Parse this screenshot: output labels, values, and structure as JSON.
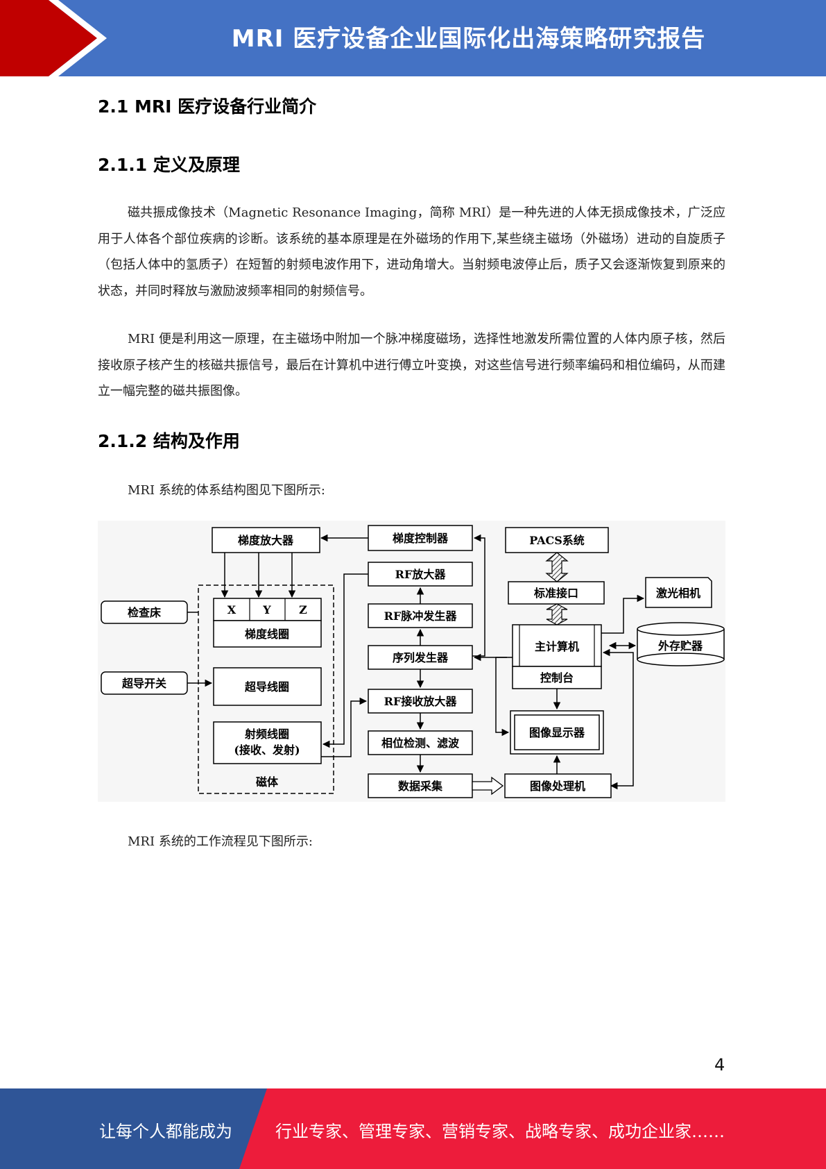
{
  "header": {
    "title": "MRI 医疗设备企业国际化出海策略研究报告"
  },
  "section": {
    "title": "2.1 MRI 医疗设备行业简介",
    "sub1": {
      "title": "2.1.1 定义及原理",
      "paragraphs": [
        "磁共振成像技术（Magnetic Resonance Imaging，简称 MRI）是一种先进的人体无损成像技术，广泛应用于人体各个部位疾病的诊断。该系统的基本原理是在外磁场的作用下,某些绕主磁场（外磁场）进动的自旋质子（包括人体中的氢质子）在短暂的射频电波作用下，进动角增大。当射频电波停止后，质子又会逐渐恢复到原来的状态，并同时释放与激励波频率相同的射频信号。",
        "MRI 便是利用这一原理，在主磁场中附加一个脉冲梯度磁场，选择性地激发所需位置的人体内原子核，然后接收原子核产生的核磁共振信号，最后在计算机中进行傅立叶变换，对这些信号进行频率编码和相位编码，从而建立一幅完整的磁共振图像。"
      ]
    },
    "sub2": {
      "title": "2.1.2 结构及作用",
      "caption_structure": "MRI 系统的体系结构图见下图所示:",
      "caption_workflow": "MRI 系统的工作流程见下图所示:"
    }
  },
  "diagram": {
    "gradient_amplifier": "梯度放大器",
    "gradient_controller": "梯度控制器",
    "pacs": "PACS系统",
    "rf_amplifier": "RF放大器",
    "standard_interface": "标准接口",
    "laser_camera": "激光相机",
    "exam_bed": "检查床",
    "axis_x": "X",
    "axis_y": "Y",
    "axis_z": "Z",
    "gradient_coil": "梯度线圈",
    "rf_pulse_generator": "RF脉冲发生器",
    "main_computer": "主计算机",
    "external_storage": "外存贮器",
    "sequence_generator": "序列发生器",
    "superconducting_switch": "超导开关",
    "superconducting_coil": "超导线圈",
    "console": "控制台",
    "rf_receive_amplifier": "RF接收放大器",
    "rf_coil_line1": "射频线圈",
    "rf_coil_line2": "(接收、发射)",
    "phase_detection": "相位检测、滤波",
    "image_display": "图像显示器",
    "magnet": "磁体",
    "data_acquisition": "数据采集",
    "image_processor": "图像处理机"
  },
  "page_number": "4",
  "footer": {
    "left_text": "让每个人都能成为",
    "right_text": "行业专家、管理专家、营销专家、战略专家、成功企业家……"
  },
  "colors": {
    "banner_blue": "#4472c4",
    "accent_red": "#c00000",
    "footer_blue": "#2f5597",
    "footer_red": "#ed1c3b"
  }
}
